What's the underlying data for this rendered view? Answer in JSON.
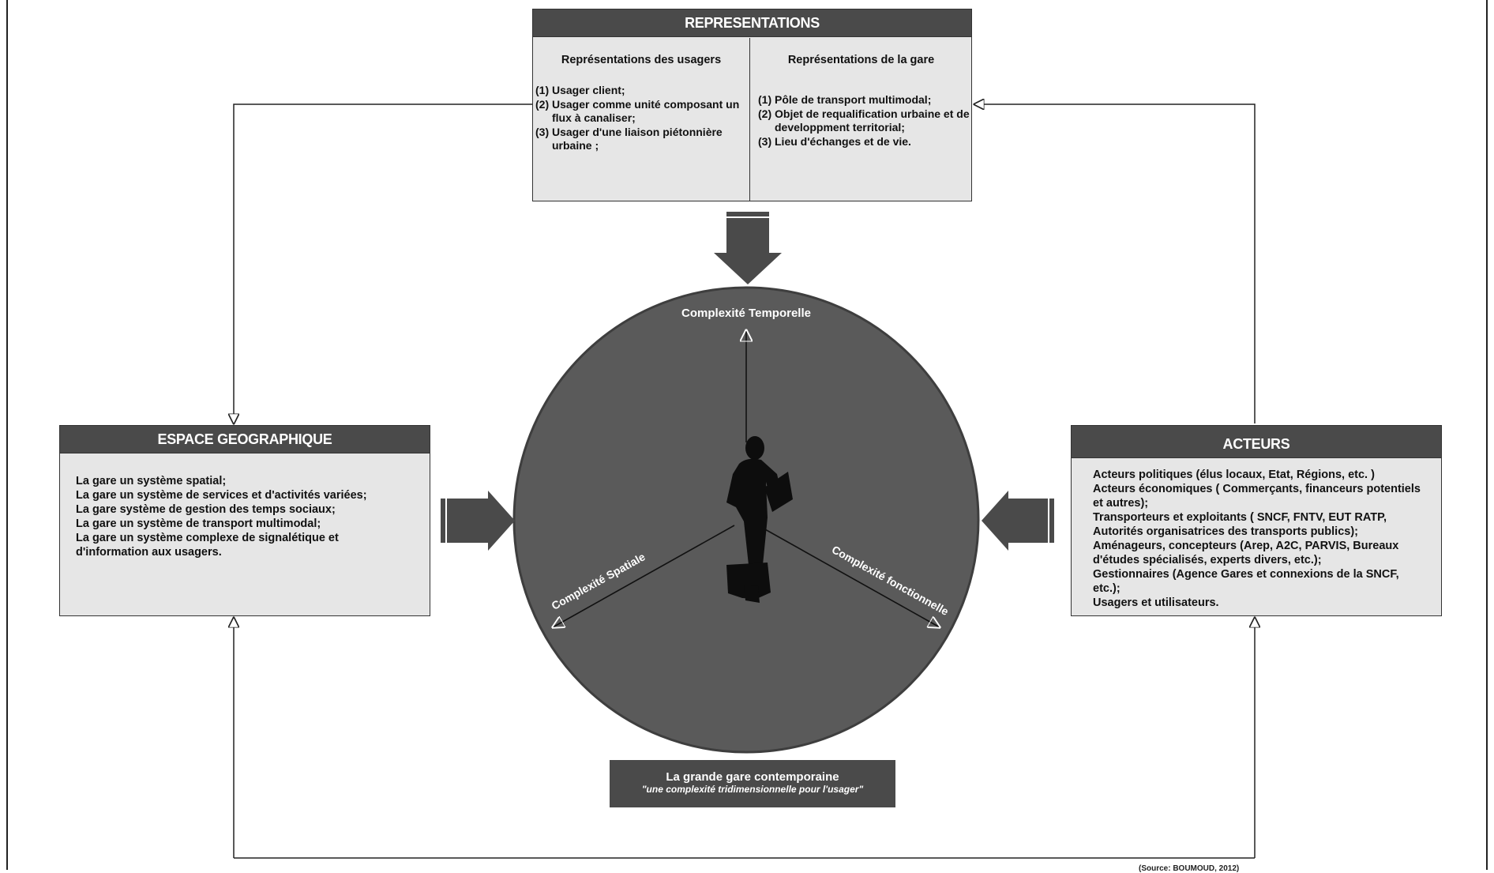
{
  "representations": {
    "title": "REPRESENTATIONS",
    "users": {
      "title": "Représentations des usagers",
      "items": [
        "(1) Usager client;",
        "(2) Usager comme unité composant un flux à canaliser;",
        "(3) Usager d'une liaison piétonnière urbaine ;"
      ]
    },
    "gare": {
      "title": "Représentations  de la gare",
      "items": [
        "(1) Pôle de transport multimodal;",
        "(2) Objet de requalification urbaine et de developpment territorial;",
        "(3) Lieu d'échanges et de vie."
      ]
    }
  },
  "espace": {
    "title": "ESPACE GEOGRAPHIQUE",
    "lines": [
      "La gare un système spatial;",
      "La gare un système  de services et d'activités variées;",
      "La gare  système  de gestion des temps sociaux;",
      "La gare un  système de transport multimodal;",
      "La gare un  système complexe  de signalétique et d'information aux usagers."
    ]
  },
  "acteurs": {
    "title": "ACTEURS",
    "lines": [
      "Acteurs politiques (élus locaux, Etat, Régions, etc. )",
      "Acteurs économiques ( Commerçants, financeurs potentiels et autres);",
      "Transporteurs et exploitants ( SNCF, FNTV, EUT  RATP, Autorités organisatrices des transports publics);",
      "Aménageurs, concepteurs (Arep, A2C, PARVIS, Bureaux d'études spécialisés, experts divers, etc.);",
      "Gestionnaires (Agence Gares et connexions de la SNCF, etc.);",
      "Usagers et utilisateurs."
    ]
  },
  "center": {
    "temporal_label": "Complexité Temporelle",
    "spatial_label": "Complexité Spatiale",
    "functional_label": "Complexité fonctionnelle",
    "figure_icon": "person-reading-icon"
  },
  "caption": {
    "title": "La grande  gare contemporaine",
    "subtitle": "\"une complexité tridimensionnelle pour l'usager\""
  },
  "source": "(Source: BOUMOUD, 2012)",
  "colors": {
    "header_bg": "#4a4a4a",
    "box_bg": "#e6e6e6",
    "circle": "#5a5a5a",
    "arrow": "#4a4a4a",
    "line": "#222222"
  }
}
